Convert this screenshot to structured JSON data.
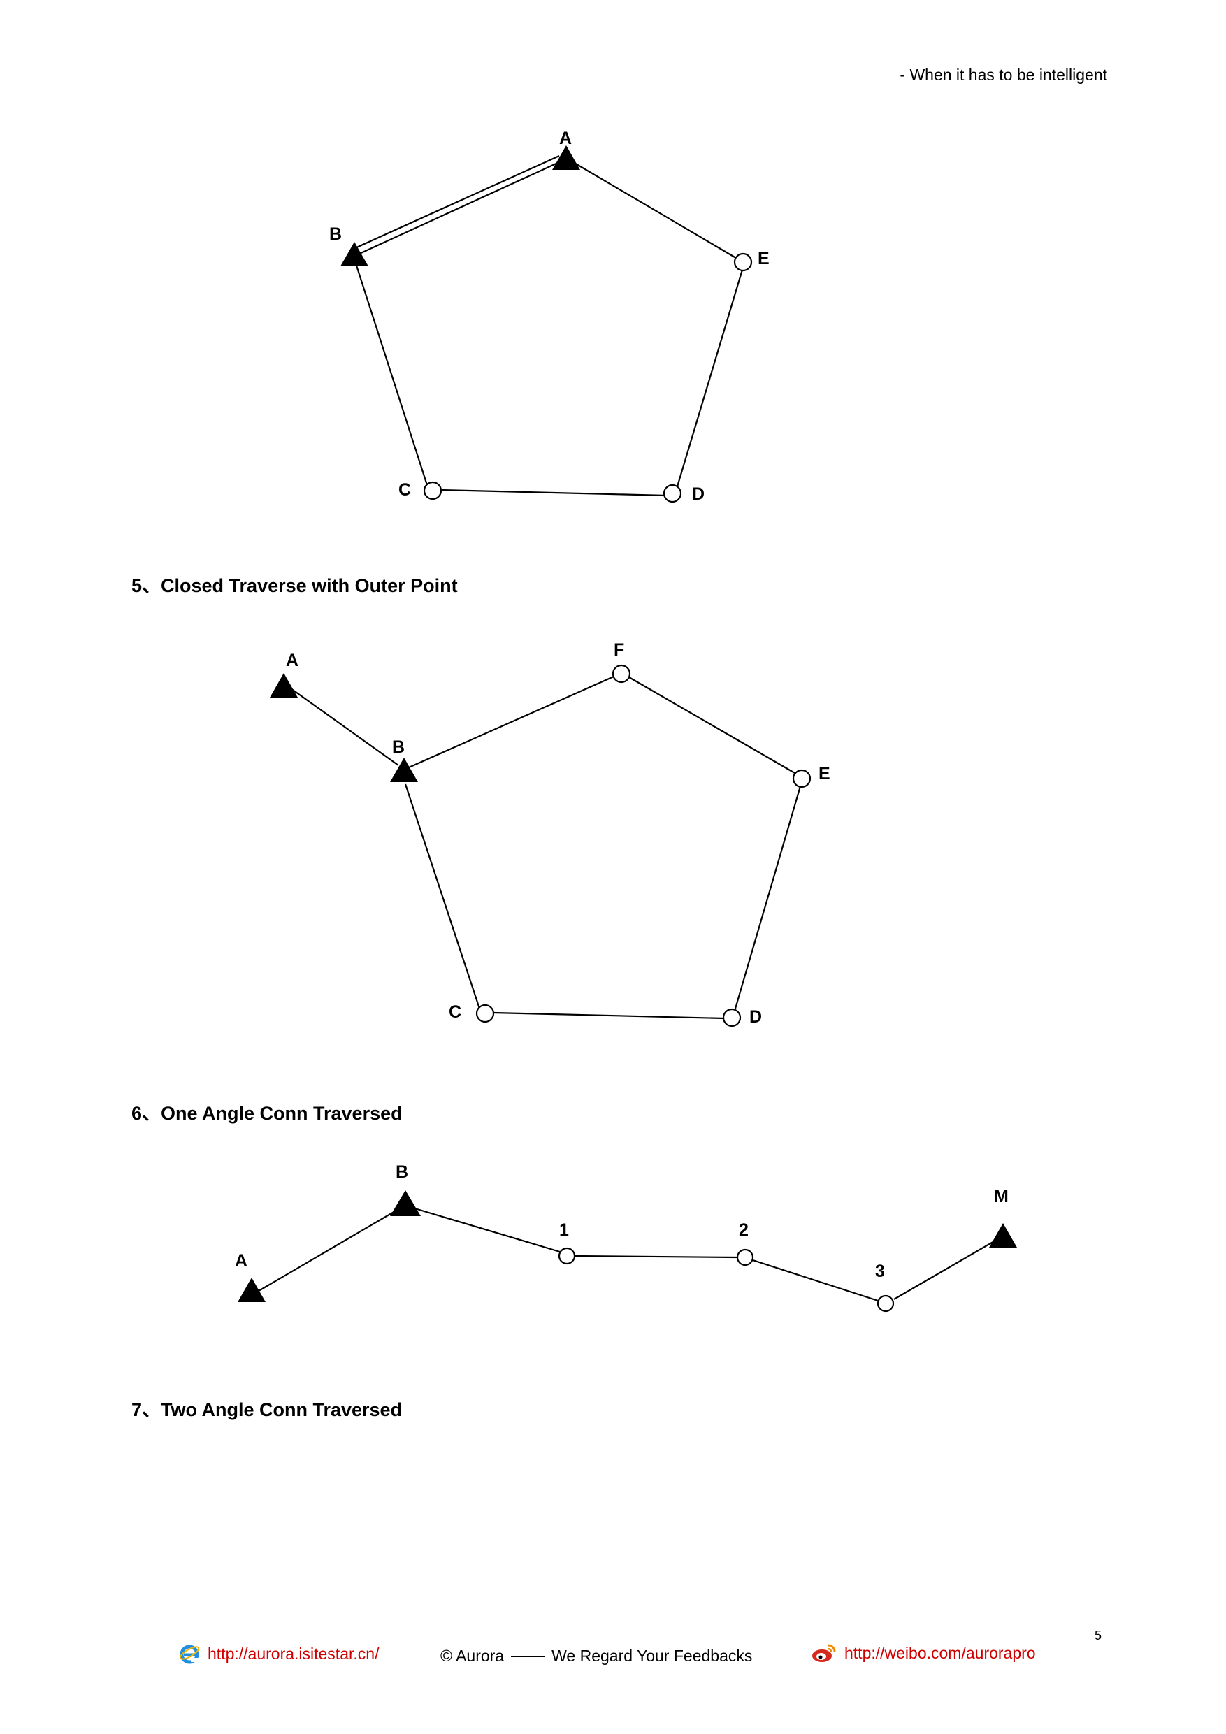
{
  "header": {
    "tagline": "- When it has to be intelligent"
  },
  "sections": [
    {
      "title": "5、Closed Traverse with Outer Point"
    },
    {
      "title": "6、One Angle Conn Traversed"
    },
    {
      "title": "7、Two Angle Conn Traversed"
    }
  ],
  "fig1": {
    "labels": {
      "A": "A",
      "B": "B",
      "C": "C",
      "D": "D",
      "E": "E"
    }
  },
  "fig2": {
    "labels": {
      "A": "A",
      "B": "B",
      "C": "C",
      "D": "D",
      "E": "E",
      "F": "F"
    }
  },
  "fig3": {
    "labels": {
      "A": "A",
      "B": "B",
      "p1": "1",
      "p2": "2",
      "p3": "3",
      "M": "M"
    }
  },
  "footer": {
    "page_number": "5",
    "left_url": "http://aurora.isitestar.cn/",
    "brand": "© Aurora",
    "slogan": "We Regard Your Feedbacks",
    "right_url": "http://weibo.com/aurorapro",
    "left_icon": "ie-browser-icon",
    "right_icon": "weibo-icon"
  }
}
